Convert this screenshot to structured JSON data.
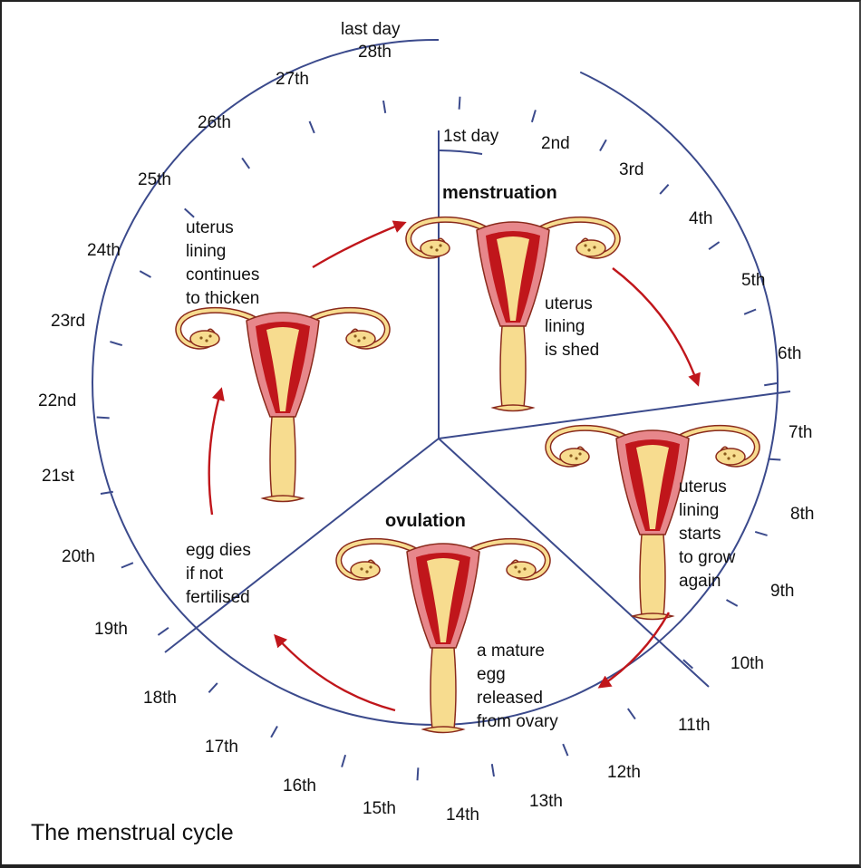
{
  "title": "The menstrual cycle",
  "phases": {
    "menstruation": "menstruation",
    "ovulation": "ovulation"
  },
  "captions": {
    "shed": [
      "uterus",
      "lining",
      "is shed"
    ],
    "grow": [
      "uterus",
      "lining",
      "starts",
      "to grow",
      "again"
    ],
    "egg_release": [
      "a mature",
      "egg",
      "released",
      "from ovary"
    ],
    "egg_dies": [
      "egg dies",
      "if not",
      "fertilised"
    ],
    "thicken": [
      "uterus",
      "lining",
      "continues",
      "to thicken"
    ]
  },
  "days": {
    "last_day_prefix": "last day",
    "labels": [
      "1st day",
      "2nd",
      "3rd",
      "4th",
      "5th",
      "6th",
      "7th",
      "8th",
      "9th",
      "10th",
      "11th",
      "12th",
      "13th",
      "14th",
      "15th",
      "16th",
      "17th",
      "18th",
      "19th",
      "20th",
      "21st",
      "22nd",
      "23rd",
      "24th",
      "25th",
      "26th",
      "27th",
      "28th"
    ]
  },
  "colors": {
    "ring": "#3b4a8c",
    "arrow": "#c0161b",
    "uterus_pink": "#e7878b",
    "lining_red": "#c0161b",
    "tube_yellow": "#f7dc8f"
  },
  "icons": [
    "uterus-icon",
    "arrow-icon"
  ]
}
